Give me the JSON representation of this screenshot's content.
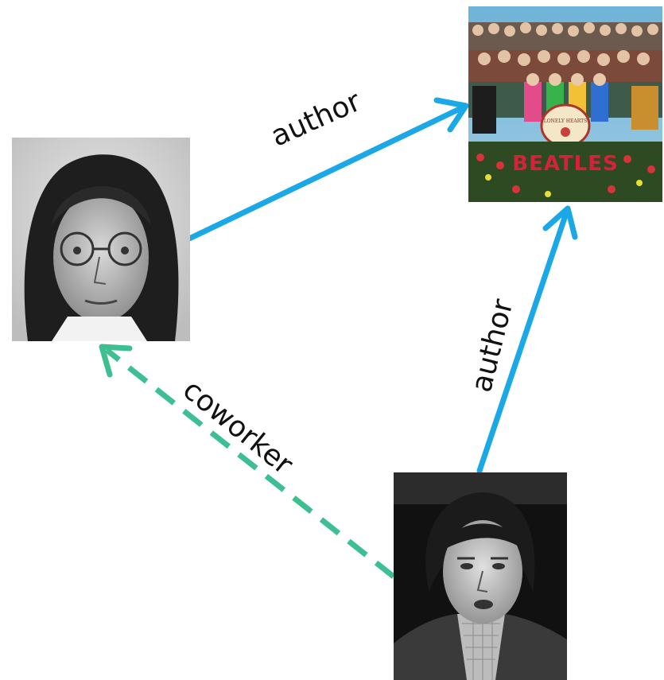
{
  "nodes": {
    "lennon": {
      "kind": "photo",
      "description_icon": "portrait-photo-icon"
    },
    "album": {
      "kind": "photo",
      "description_icon": "album-cover-icon",
      "cover_text": "BEATLES",
      "drum_text": "LONELY HEARTS"
    },
    "mccartney": {
      "kind": "photo",
      "description_icon": "portrait-photo-icon"
    }
  },
  "edges": [
    {
      "from": "lennon",
      "to": "album",
      "label": "author",
      "style": "solid",
      "color": "#1aa8e6"
    },
    {
      "from": "mccartney",
      "to": "album",
      "label": "author",
      "style": "solid",
      "color": "#1aa8e6"
    },
    {
      "from": "mccartney",
      "to": "lennon",
      "label": "coworker",
      "style": "dashed",
      "color": "#3dbf91"
    }
  ],
  "colors": {
    "author_edge": "#1aa8e6",
    "coworker_edge": "#3dbf91"
  }
}
